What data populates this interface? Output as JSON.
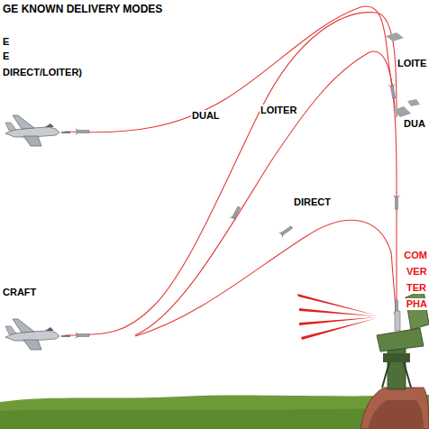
{
  "diagram": {
    "title": "GE KNOWN DELIVERY MODES",
    "labels": [
      "E",
      "E",
      "DIRECT/LOITER)",
      "DUAL",
      "LOITER",
      "LOITE",
      "DUA",
      "DIRECT",
      "COM",
      "VER",
      "TER",
      "PHA",
      "CRAFT"
    ]
  }
}
